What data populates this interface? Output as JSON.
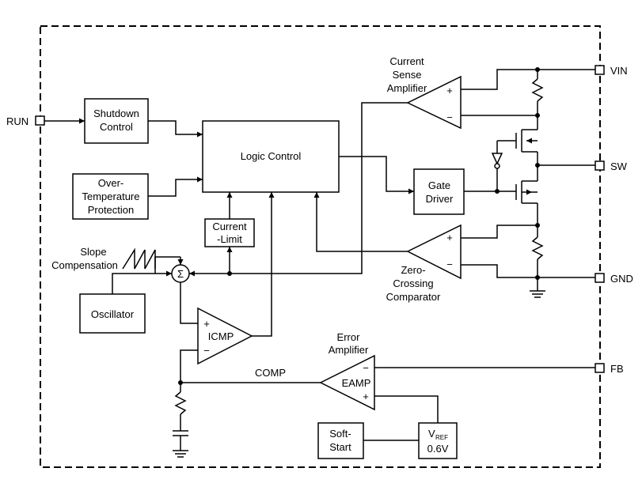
{
  "pins": {
    "run": "RUN",
    "vin": "VIN",
    "sw": "SW",
    "gnd": "GND",
    "fb": "FB"
  },
  "blocks": {
    "shutdown": [
      "Shutdown",
      "Control"
    ],
    "overtemp": [
      "Over-",
      "Temperature",
      "Protection"
    ],
    "logic": "Logic Control",
    "current_limit": [
      "Current",
      "-Limit"
    ],
    "oscillator": "Oscillator",
    "gate_driver": [
      "Gate",
      "Driver"
    ],
    "soft_start": [
      "Soft-",
      "Start"
    ],
    "vref": {
      "main": "V",
      "sub": "REF",
      "value": "0.6V"
    }
  },
  "amplifiers": {
    "current_sense": [
      "Current",
      "Sense",
      "Amplifier"
    ],
    "zero_crossing": [
      "Zero-",
      "Crossing",
      "Comparator"
    ],
    "icmp": "ICMP",
    "error_amp_title": [
      "Error",
      "Amplifier"
    ],
    "eamp": "EAMP"
  },
  "labels": {
    "slope_comp": [
      "Slope",
      "Compensation"
    ],
    "comp": "COMP",
    "sigma": "Σ",
    "plus": "+",
    "minus": "−"
  }
}
